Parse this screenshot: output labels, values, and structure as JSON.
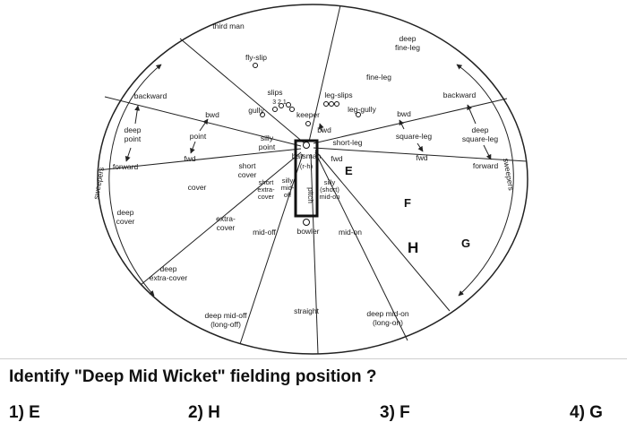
{
  "field": {
    "labels": {
      "third_man": "third man",
      "deep_fine_leg": [
        "deep",
        "fine-leg"
      ],
      "fly_slip": "fly-slip",
      "fine_leg": "fine-leg",
      "slips": "slips",
      "slip_numbers": "3 2 1",
      "leg_slips": "leg-slips",
      "gully": "gully",
      "leg_gully": "leg-gully",
      "keeper": "keeper",
      "backward_left": "backward",
      "backward_right": "backward",
      "bwd_left": "bwd",
      "bwd_center": "bwd",
      "bwd_right": "bwd",
      "deep_point": [
        "deep",
        "point"
      ],
      "deep_square_leg": [
        "deep",
        "square-leg"
      ],
      "point": "point",
      "square_leg": "square-leg",
      "silly_point": [
        "silly",
        "point"
      ],
      "short_leg": "short-leg",
      "batsman": "batsman",
      "r_h": "(r-h)",
      "fwd_left": "fwd",
      "fwd_center": "fwd",
      "fwd_right": "fwd",
      "forward_left": "forward",
      "forward_right": "forward",
      "sweepers_left": "sweepers",
      "sweepers_right": "sweepers",
      "short_cover": [
        "short",
        "cover"
      ],
      "short_extra_cover": [
        "short",
        "extra-",
        "cover"
      ],
      "silly_mid_off": [
        "silly",
        "mid-",
        "off"
      ],
      "pitch": "pitch",
      "silly_short_mid_on": [
        "silly",
        "(short)",
        "mid-on"
      ],
      "cover": "cover",
      "deep_cover": [
        "deep",
        "cover"
      ],
      "extra_cover": [
        "extra-",
        "cover"
      ],
      "mid_off": "mid-off",
      "bowler": "bowler",
      "mid_on": "mid-on",
      "deep_extra_cover": [
        "deep",
        "extra-cover"
      ],
      "deep_mid_off": [
        "deep mid-off",
        "(long-off)"
      ],
      "straight": "straight",
      "deep_mid_on": [
        "deep mid-on",
        "(long-on)"
      ]
    },
    "markers": {
      "E": "E",
      "F": "F",
      "H": "H",
      "G": "G"
    }
  },
  "question": {
    "text": "Identify  \"Deep Mid Wicket\" fielding position ?"
  },
  "options": [
    {
      "label": "1) E"
    },
    {
      "label": "2) H"
    },
    {
      "label": "3) F"
    },
    {
      "label": "4) G"
    }
  ],
  "colors": {
    "line": "#222222",
    "text": "#1a1a1a"
  }
}
